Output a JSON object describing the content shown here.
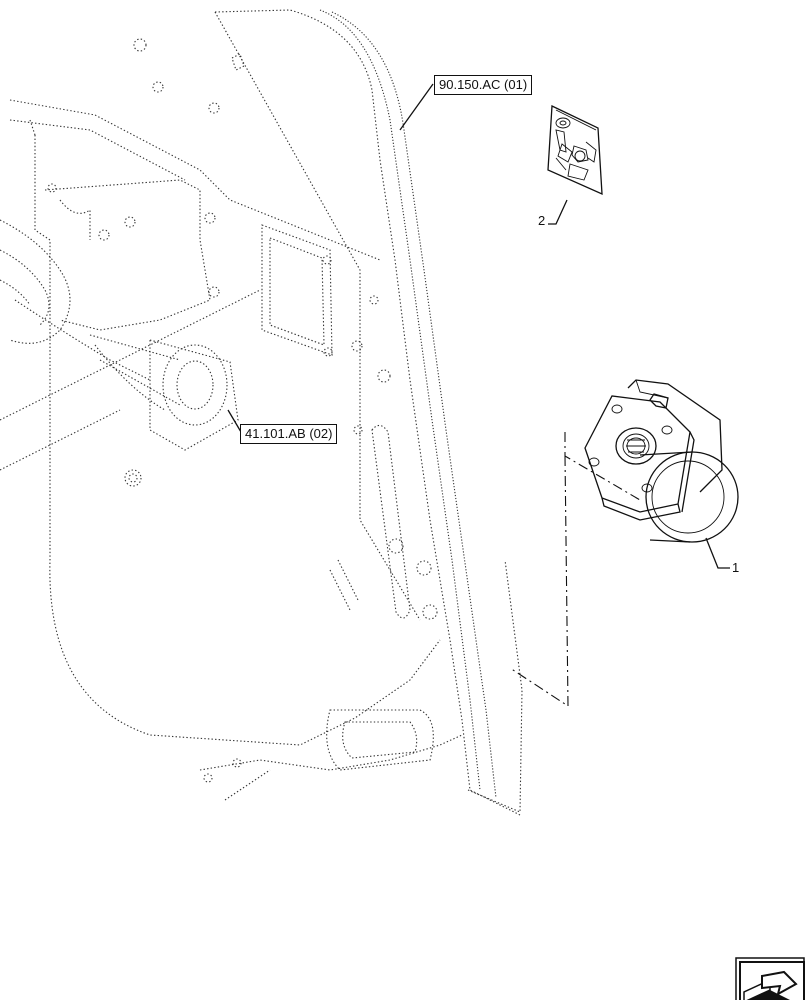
{
  "references": {
    "top": "90.150.AC (01)",
    "middle": "41.101.AB (02)"
  },
  "callouts": {
    "one": "1",
    "two": "2"
  },
  "icons": {
    "nav": "next-page-arrow-icon"
  },
  "colors": {
    "line": "#111111",
    "dotted": "#333333"
  }
}
